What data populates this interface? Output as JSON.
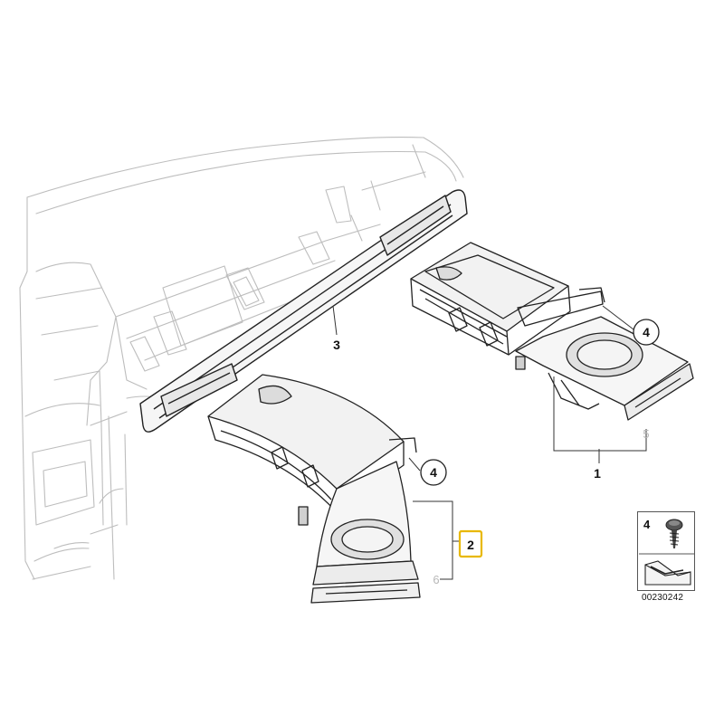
{
  "diagram": {
    "callouts": [
      {
        "id": "c1",
        "label": "1"
      },
      {
        "id": "c2",
        "label": "2",
        "highlight_color": "#e8b800"
      },
      {
        "id": "c3",
        "label": "3"
      },
      {
        "id": "c4a",
        "label": "4"
      },
      {
        "id": "c4b",
        "label": "4"
      }
    ],
    "ghost_labels": [
      {
        "id": "g5",
        "label": "5"
      },
      {
        "id": "g6",
        "label": "6"
      }
    ],
    "legend": {
      "part_number": "4",
      "image_code": "00230242"
    }
  }
}
